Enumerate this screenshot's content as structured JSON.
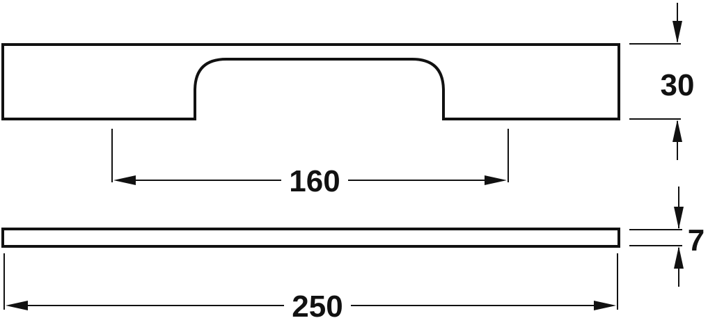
{
  "drawing": {
    "dimensions": {
      "hole_spacing": "160",
      "overall_length": "250",
      "height": "30",
      "thickness": "7"
    }
  }
}
